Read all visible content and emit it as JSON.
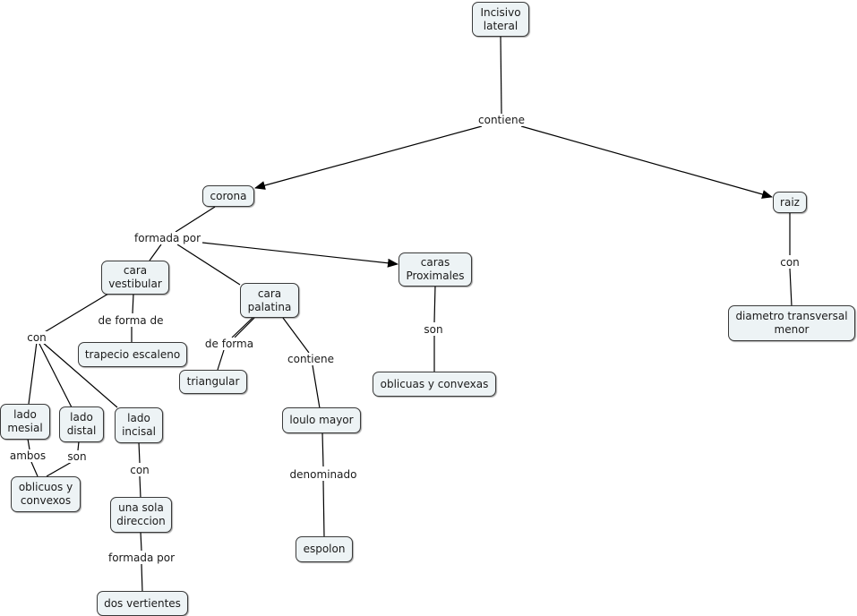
{
  "title": "Incisivo lateral",
  "nodes": {
    "incisivo": "Incisivo\nlateral",
    "corona": "corona",
    "raiz": "raiz",
    "cara_vestibular": "cara\nvestibular",
    "cara_palatina": "cara\npalatina",
    "caras_proximales": "caras\nProximales",
    "diametro": "diametro transversal\nmenor",
    "trapecio": "trapecio escaleno",
    "triangular": "triangular",
    "oblicuas": "oblicuas y convexas",
    "lado_mesial": "lado\nmesial",
    "lado_distal": "lado\ndistal",
    "lado_incisal": "lado\nincisal",
    "loulo": "loulo mayor",
    "oblicuos": "oblicuos y\nconvexos",
    "una_sola": "una sola\ndireccion",
    "espolon": "espolon",
    "dos_vertientes": "dos vertientes"
  },
  "links": {
    "contiene": "contiene",
    "formada_por": "formada por",
    "con_raiz": "con",
    "son_prox": "son",
    "de_forma_de": "de forma de",
    "con_vest": "con",
    "de_forma": "de forma",
    "contiene_pal": "contiene",
    "ambos": "ambos",
    "son_distal": "son",
    "con_incisal": "con",
    "denominado": "denominado",
    "formada_por_2": "formada por"
  },
  "colors": {
    "node_fill": "#edf3f5",
    "stroke": "#000000"
  }
}
